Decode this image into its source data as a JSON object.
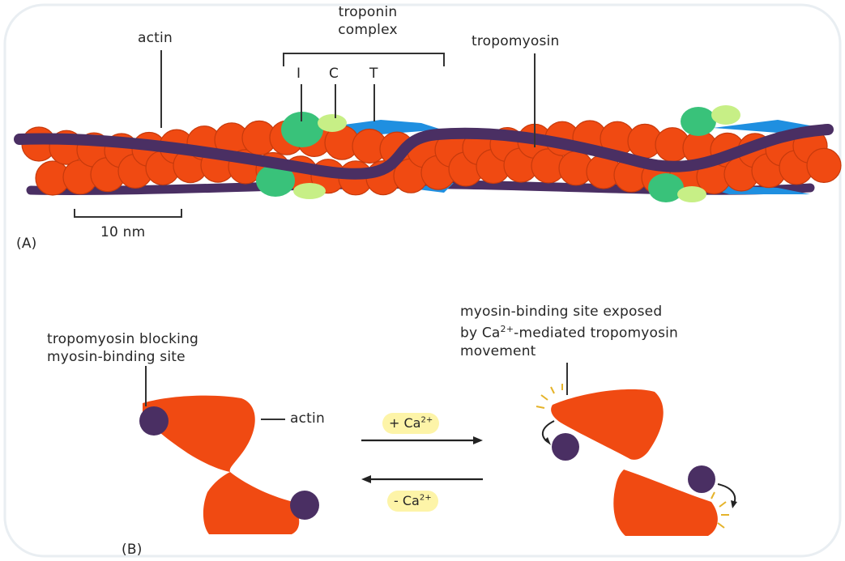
{
  "panel_a": {
    "tag": "(A)",
    "labels": {
      "actin": "actin",
      "troponin_complex": "troponin\ncomplex",
      "tropomyosin": "tropomyosin",
      "sub_i": "I",
      "sub_c": "C",
      "sub_t": "T"
    },
    "scale_bar": "10 nm"
  },
  "panel_b": {
    "tag": "(B)",
    "labels": {
      "blocking": "tropomyosin blocking\nmyosin-binding site",
      "actin": "actin",
      "exposed_line1": "myosin-binding site exposed",
      "exposed_line2_pre": "by Ca",
      "exposed_line2_sup": "2+",
      "exposed_line2_post": "-mediated tropomyosin",
      "exposed_line3": "movement"
    },
    "forward": {
      "sign": "+",
      "ion": "Ca",
      "charge": "2+"
    },
    "reverse": {
      "sign": "-",
      "ion": "Ca",
      "charge": "2+"
    }
  },
  "colors": {
    "actin": "#f04a12",
    "actin_edge": "#c73a0c",
    "tropomyosin": "#4a2f63",
    "troponin_i": "#39c27a",
    "troponin_c": "#c7ef86",
    "troponin_t": "#1f8fe0",
    "calcium_highlight": "#fdf4a8"
  }
}
